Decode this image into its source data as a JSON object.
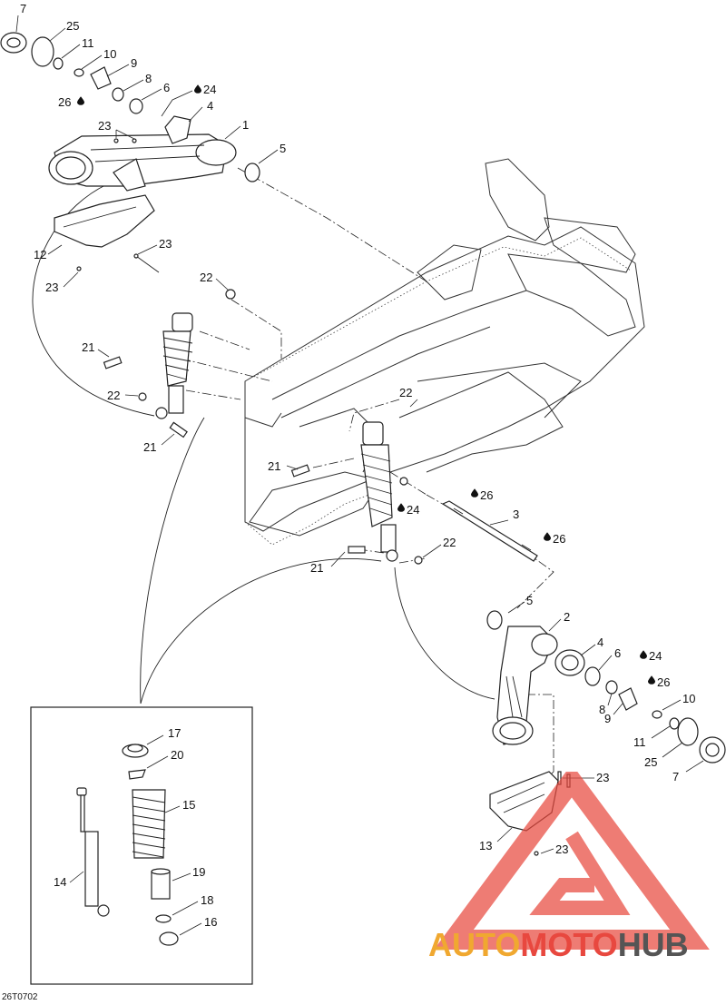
{
  "diagram": {
    "code": "26T0702",
    "callouts": [
      {
        "id": "c7a",
        "text": "7"
      },
      {
        "id": "c25a",
        "text": "25"
      },
      {
        "id": "c11a",
        "text": "11"
      },
      {
        "id": "c10a",
        "text": "10"
      },
      {
        "id": "c9a",
        "text": "9"
      },
      {
        "id": "c8a",
        "text": "8"
      },
      {
        "id": "c6a",
        "text": "6"
      },
      {
        "id": "c24a",
        "text": "24"
      },
      {
        "id": "c26a",
        "text": "26"
      },
      {
        "id": "c4a",
        "text": "4"
      },
      {
        "id": "c1",
        "text": "1"
      },
      {
        "id": "c23a",
        "text": "23"
      },
      {
        "id": "c5a",
        "text": "5"
      },
      {
        "id": "c12",
        "text": "12"
      },
      {
        "id": "c23b",
        "text": "23"
      },
      {
        "id": "c23c",
        "text": "23"
      },
      {
        "id": "c22a",
        "text": "22"
      },
      {
        "id": "c21a",
        "text": "21"
      },
      {
        "id": "c22b",
        "text": "22"
      },
      {
        "id": "c21b",
        "text": "21"
      },
      {
        "id": "c22c",
        "text": "22"
      },
      {
        "id": "c21c",
        "text": "21"
      },
      {
        "id": "c24b",
        "text": "24"
      },
      {
        "id": "c26b",
        "text": "26"
      },
      {
        "id": "c3",
        "text": "3"
      },
      {
        "id": "c26c",
        "text": "26"
      },
      {
        "id": "c21d",
        "text": "21"
      },
      {
        "id": "c22d",
        "text": "22"
      },
      {
        "id": "c5b",
        "text": "5"
      },
      {
        "id": "c2",
        "text": "2"
      },
      {
        "id": "c4b",
        "text": "4"
      },
      {
        "id": "c6b",
        "text": "6"
      },
      {
        "id": "c24c",
        "text": "24"
      },
      {
        "id": "c26d",
        "text": "26"
      },
      {
        "id": "c8b",
        "text": "8"
      },
      {
        "id": "c10b",
        "text": "10"
      },
      {
        "id": "c9b",
        "text": "9"
      },
      {
        "id": "c11b",
        "text": "11"
      },
      {
        "id": "c25b",
        "text": "25"
      },
      {
        "id": "c7b",
        "text": "7"
      },
      {
        "id": "c23d",
        "text": "23"
      },
      {
        "id": "c13",
        "text": "13"
      },
      {
        "id": "c23e",
        "text": "23"
      },
      {
        "id": "c17",
        "text": "17"
      },
      {
        "id": "c20",
        "text": "20"
      },
      {
        "id": "c15",
        "text": "15"
      },
      {
        "id": "c14",
        "text": "14"
      },
      {
        "id": "c19",
        "text": "19"
      },
      {
        "id": "c18",
        "text": "18"
      },
      {
        "id": "c16",
        "text": "16"
      }
    ]
  },
  "watermark": {
    "part1": "AUTO",
    "part2": "MOTO",
    "part3": "HUB",
    "colors": {
      "red": "#e8483f",
      "orange": "#f0a830",
      "gray": "#555555",
      "triangle": "#e84a3f"
    }
  },
  "icons": {
    "grease": "grease-drop-icon"
  }
}
